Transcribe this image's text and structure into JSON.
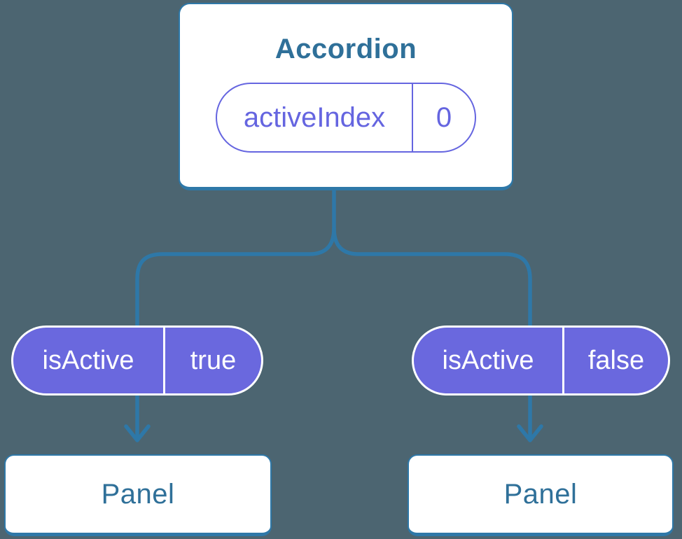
{
  "diagram": {
    "type": "component-tree",
    "background_color": "#4C6571",
    "colors": {
      "connector_blue": "#2E78A8",
      "label_blue": "#2F7099",
      "state_purple_outline": "#6565E0",
      "prop_purple_fill": "#6A68DE",
      "node_fill": "#FFFFFF"
    },
    "root": {
      "title": "Accordion",
      "state": {
        "name": "activeIndex",
        "value": "0"
      }
    },
    "children": [
      {
        "prop": {
          "name": "isActive",
          "value": "true"
        },
        "node": {
          "title": "Panel"
        }
      },
      {
        "prop": {
          "name": "isActive",
          "value": "false"
        },
        "node": {
          "title": "Panel"
        }
      }
    ]
  }
}
